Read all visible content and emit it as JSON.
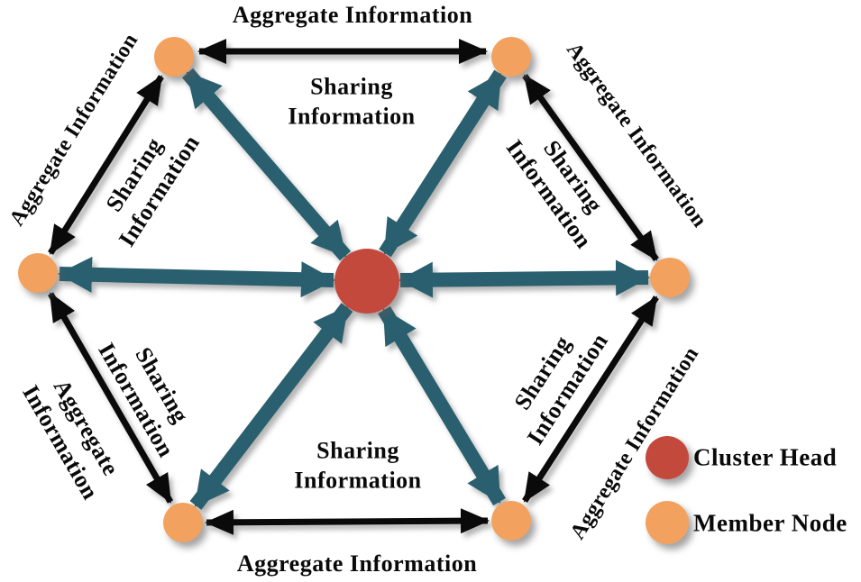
{
  "colors": {
    "member_node": "#F2A25E",
    "cluster_head": "#C4493D",
    "sharing_arrow": "#295F6E",
    "aggregate_arrow": "#0A0A0A"
  },
  "labels": {
    "aggregate_one_line": "Aggregate Information",
    "aggregate_two_lines": [
      "Aggregate",
      "Information"
    ],
    "sharing_two_lines": [
      "Sharing",
      "Information"
    ]
  },
  "legend": {
    "cluster_head_label": "Cluster Head",
    "member_node_label": "Member Node"
  }
}
